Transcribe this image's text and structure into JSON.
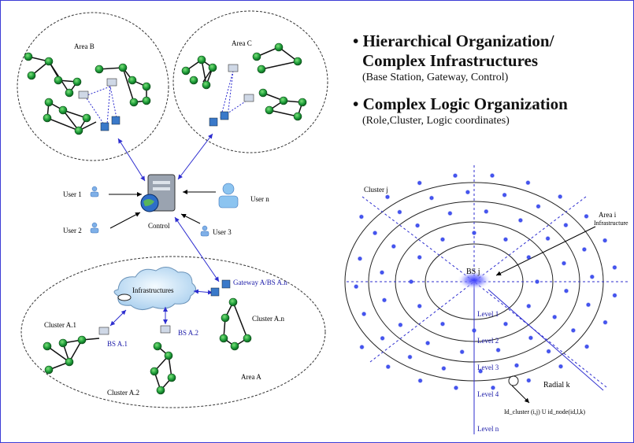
{
  "bullets": [
    {
      "head": "• Hierarchical Organization/",
      "head2": "Complex Infrastructures",
      "sub": "(Base Station, Gateway, Control)"
    },
    {
      "head": "• Complex Logic Organization",
      "head2": "",
      "sub": "(Role,Cluster, Logic coordinates)"
    }
  ],
  "left_diagram": {
    "area_b": "Area B",
    "area_c": "Area C",
    "area_a": "Area A",
    "control": "Control",
    "user1": "User 1",
    "user2": "User 2",
    "user3": "User 3",
    "usern": "User n",
    "infrastructures": "Infrastructures",
    "gateway": "Gateway A/BS A.n",
    "cluster_a1": "Cluster A.1",
    "cluster_a2": "Cluster A.2",
    "cluster_an": "Cluster A.n",
    "bs_a1": "BS A.1",
    "bs_a2": "BS A.2"
  },
  "right_diagram": {
    "cluster_j": "Cluster j",
    "area_i": "Area i",
    "area_i_sub": "Infrastructure",
    "bs_j": "BS j",
    "levels": [
      "Level 1",
      "Level 2",
      "Level 3",
      "Level 4",
      "Level n"
    ],
    "radial": "Radial k",
    "formula": "Id_cluster (i,j) U id_node(id,l,k)"
  },
  "colors": {
    "node_green": "#1e9e3a",
    "link_blue": "#2c2ccf",
    "dot_blue": "#2f3fe6"
  }
}
